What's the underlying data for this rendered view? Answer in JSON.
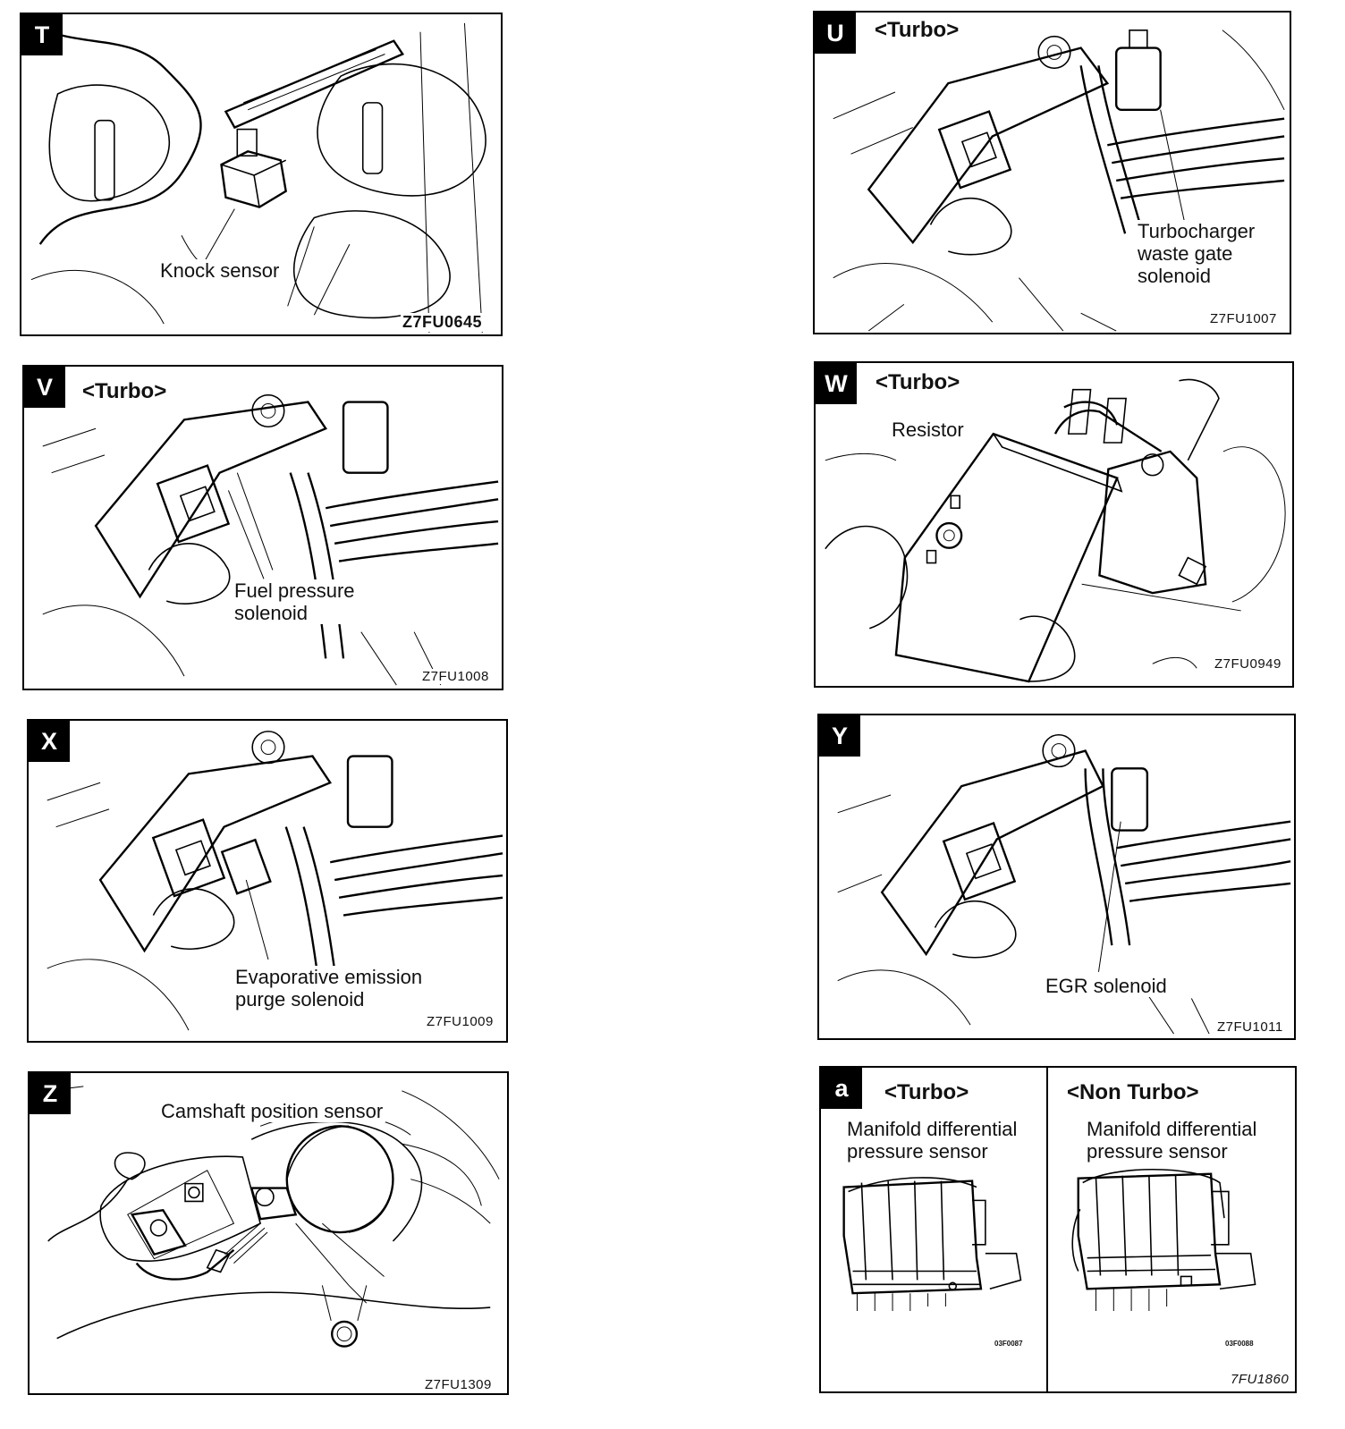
{
  "panels": {
    "t": {
      "letter": "T",
      "label": "Knock sensor",
      "code": "Z7FU0645"
    },
    "u": {
      "letter": "U",
      "variant": "<Turbo>",
      "label": "Turbocharger\nwaste gate\nsolenoid",
      "code": "Z7FU1007"
    },
    "v": {
      "letter": "V",
      "variant": "<Turbo>",
      "label": "Fuel pressure\nsolenoid",
      "code": "Z7FU1008"
    },
    "w": {
      "letter": "W",
      "variant": "<Turbo>",
      "label": "Resistor",
      "code": "Z7FU0949"
    },
    "x": {
      "letter": "X",
      "label": "Evaporative emission\npurge solenoid",
      "code": "Z7FU1009"
    },
    "y": {
      "letter": "Y",
      "label": "EGR solenoid",
      "code": "Z7FU1011"
    },
    "z": {
      "letter": "Z",
      "label": "Camshaft position sensor",
      "code": "Z7FU1309"
    },
    "a": {
      "letter": "a",
      "turbo_variant": "<Turbo>",
      "turbo_label": "Manifold differential\npressure sensor",
      "turbo_code": "03F0087",
      "nonturbo_variant": "<Non Turbo>",
      "nonturbo_label": "Manifold differential\npressure sensor",
      "nonturbo_code": "03F0088",
      "code": "7FU1860"
    }
  }
}
